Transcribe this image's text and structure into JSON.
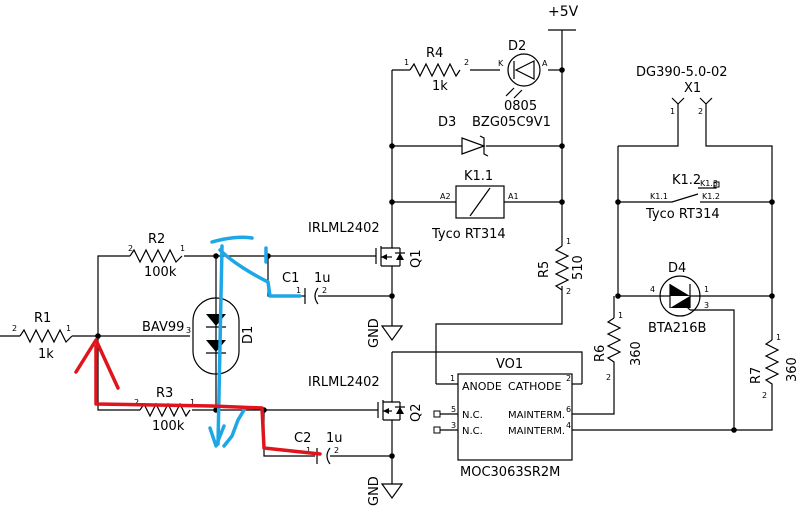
{
  "supply": {
    "label": "+5V"
  },
  "ground": {
    "label": "GND"
  },
  "components": {
    "R1": {
      "ref": "R1",
      "value": "1k",
      "pin1": "1",
      "pin2": "2"
    },
    "R2": {
      "ref": "R2",
      "value": "100k",
      "pin1": "1",
      "pin2": "2"
    },
    "R3": {
      "ref": "R3",
      "value": "100k",
      "pin1": "1",
      "pin2": "2"
    },
    "R4": {
      "ref": "R4",
      "value": "1k",
      "pin1": "1",
      "pin2": "2"
    },
    "R5": {
      "ref": "R5",
      "value": "510",
      "pin1": "1",
      "pin2": "2"
    },
    "R6": {
      "ref": "R6",
      "value": "360",
      "pin1": "1",
      "pin2": "2"
    },
    "R7": {
      "ref": "R7",
      "value": "360",
      "pin1": "1",
      "pin2": "2"
    },
    "C1": {
      "ref": "C1",
      "value": "1u",
      "pin1": "1",
      "pin2": "2"
    },
    "C2": {
      "ref": "C2",
      "value": "1u",
      "pin1": "1",
      "pin2": "2"
    },
    "D1": {
      "ref": "D1",
      "value": "BAV99",
      "pin3": "3"
    },
    "D2": {
      "ref": "D2",
      "value": "0805",
      "pinK": "K",
      "pinA": "A"
    },
    "D3": {
      "ref": "D3",
      "value": "BZG05C9V1"
    },
    "D4": {
      "ref": "D4",
      "value": "BTA216B",
      "pin4": "4",
      "pin1": "1",
      "pin3": "3"
    },
    "Q1": {
      "ref": "Q1",
      "value": "IRLML2402"
    },
    "Q2": {
      "ref": "Q2",
      "value": "IRLML2402"
    },
    "K1_1": {
      "ref": "K1.1",
      "value": "Tyco RT314",
      "pinA2": "A2",
      "pinA1": "A1"
    },
    "K1_2": {
      "ref": "K1.2",
      "value": "Tyco RT314",
      "pin11": "K1.1",
      "pin12": "K1.2",
      "pin13": "K1.3"
    },
    "X1": {
      "ref": "X1",
      "value": "DG390-5.0-02",
      "pin1": "1",
      "pin2": "2"
    },
    "VO1": {
      "ref": "VO1",
      "value": "MOC3063SR2M",
      "anode": "ANODE",
      "cathode": "CATHODE",
      "nc_a": "N.C.",
      "nc_b": "N.C.",
      "mainterm_a": "MAINTERM.",
      "mainterm_b": "MAINTERM.",
      "pins": [
        "1",
        "2",
        "5",
        "3",
        "6",
        "4"
      ]
    }
  },
  "annotations": {
    "blue_color": "#1ea7e6",
    "red_color": "#e0141c"
  }
}
